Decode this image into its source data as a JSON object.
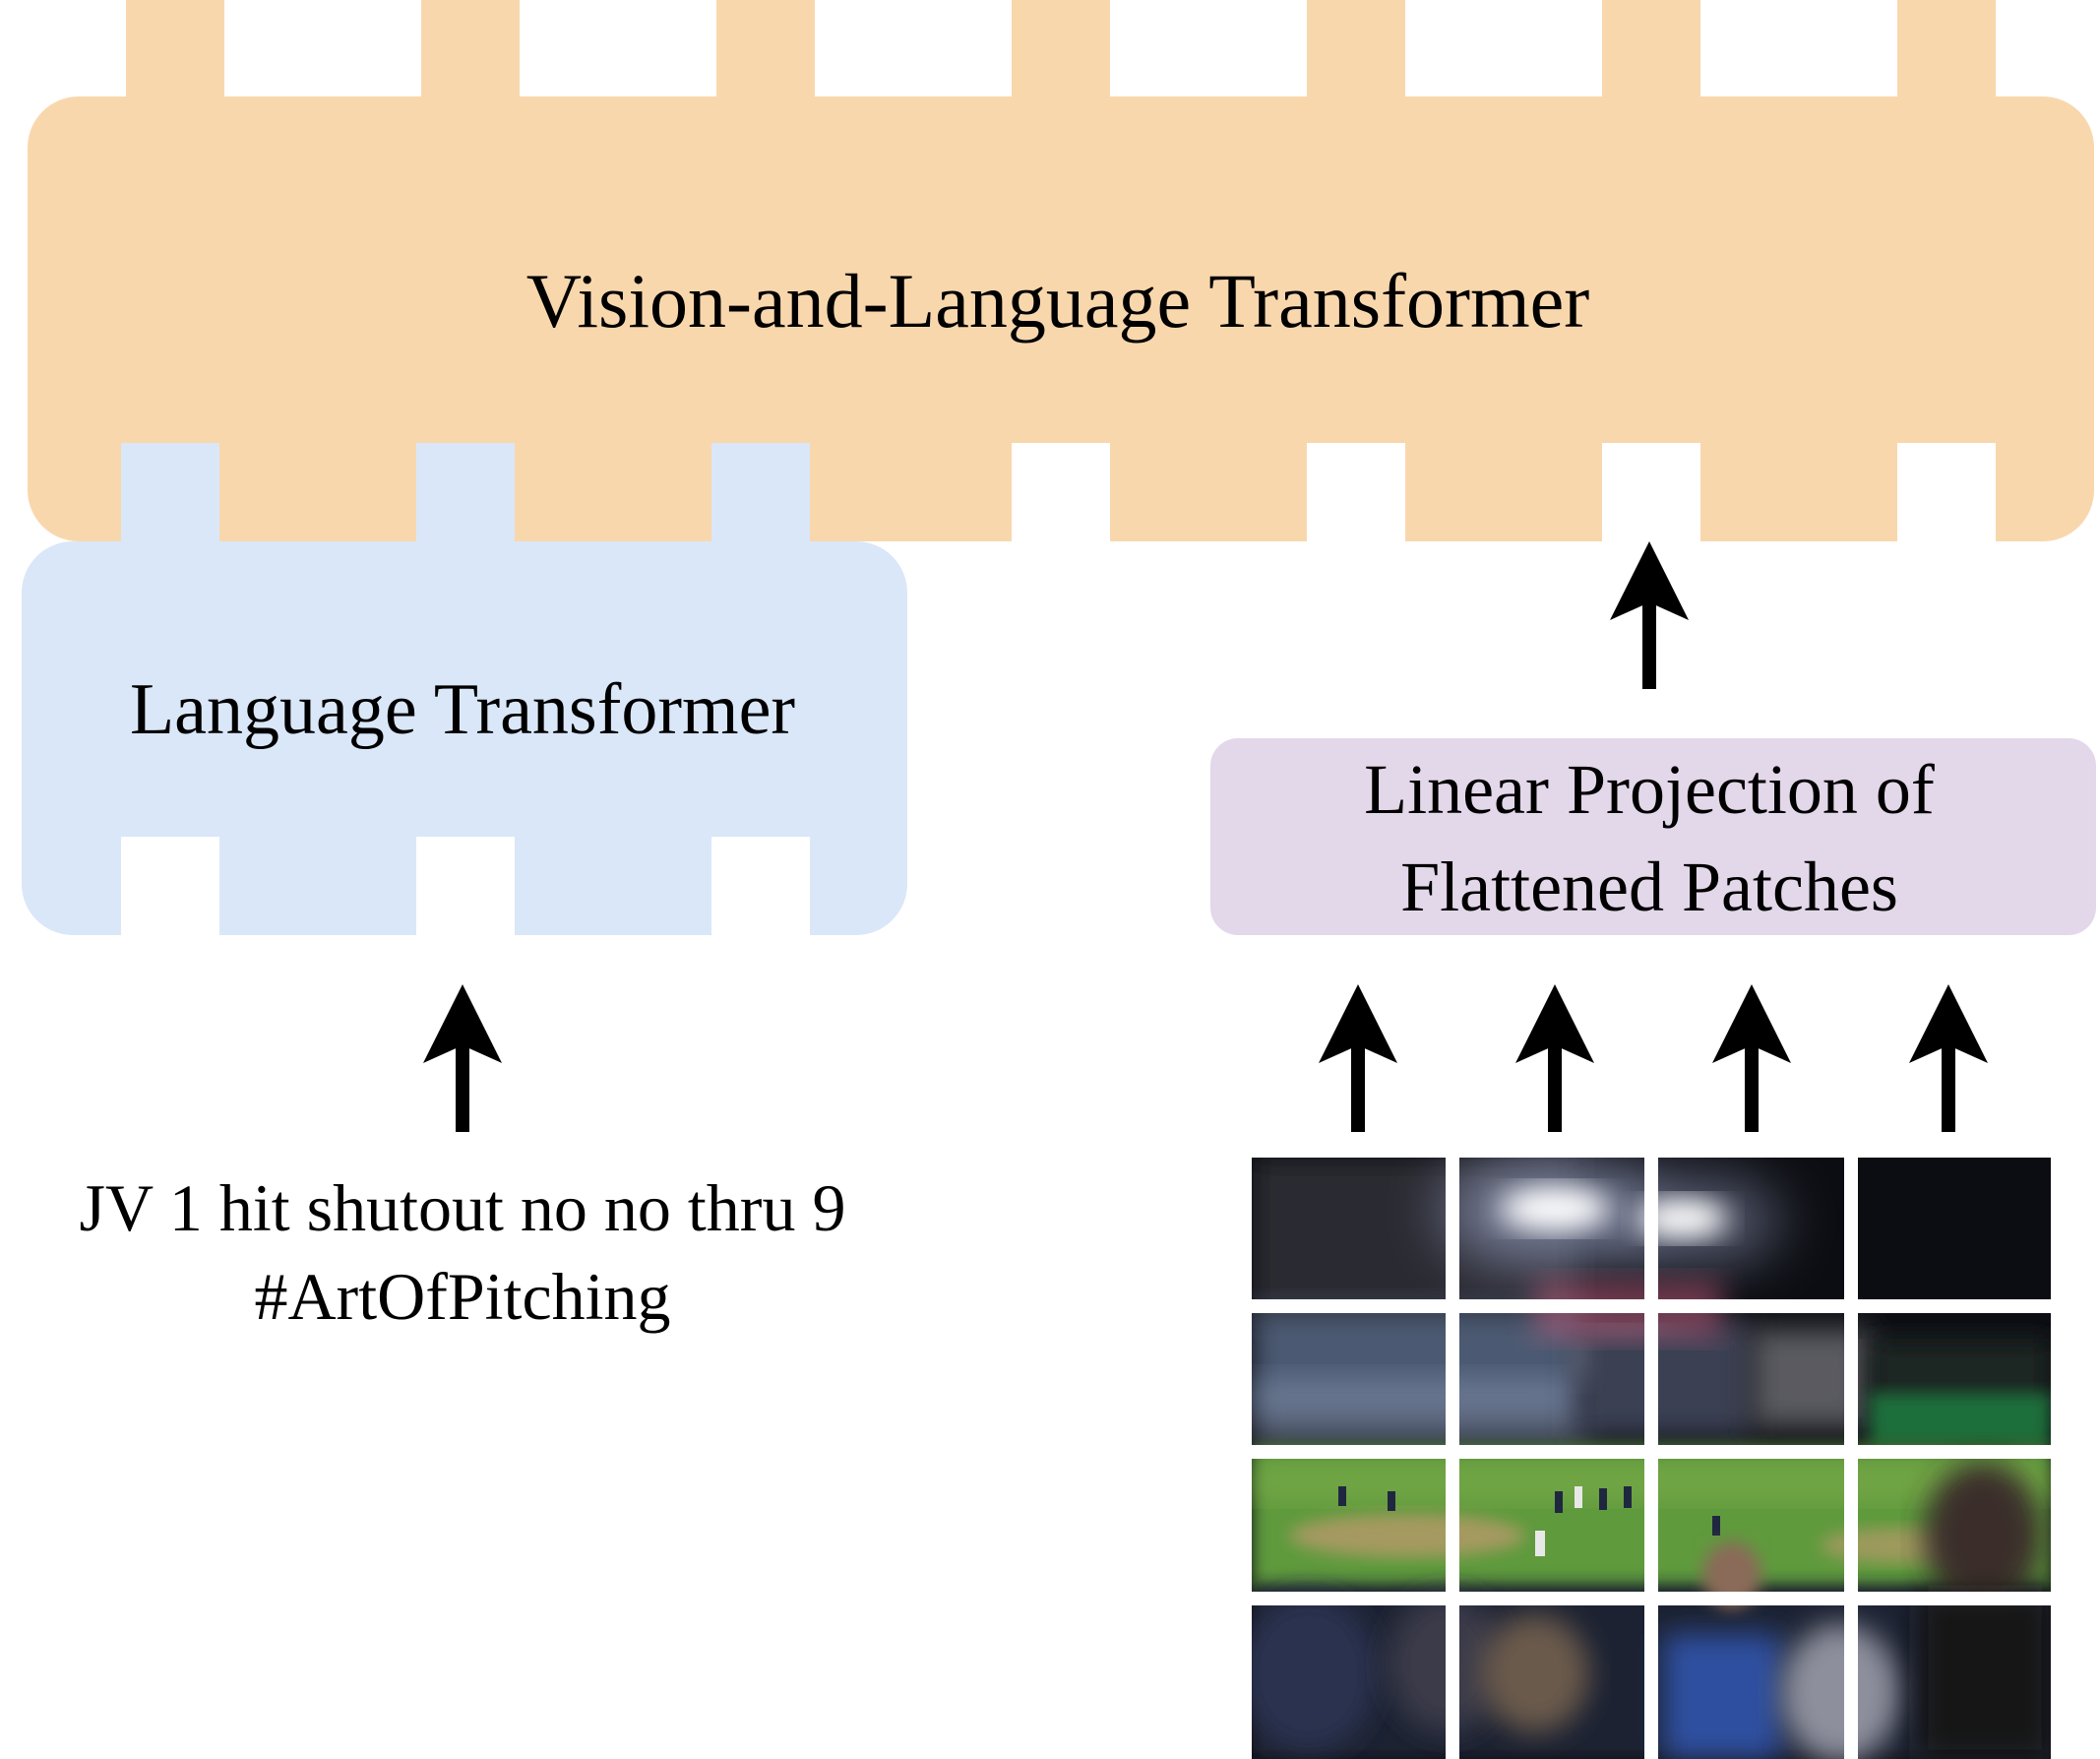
{
  "diagram": {
    "vl_transformer": {
      "label": "Vision-and-Language Transformer",
      "color": "#f9d7ad"
    },
    "language_transformer": {
      "label": "Language Transformer",
      "color": "#dae7f8"
    },
    "linear_projection": {
      "line1": "Linear Projection of",
      "line2": "Flattened Patches",
      "color": "#e3d7ea"
    },
    "caption": {
      "line1": "JV 1 hit shutout no no thru 9",
      "line2": "#ArtOfPitching"
    },
    "patch_grid": {
      "rows": 4,
      "cols": 4
    }
  }
}
